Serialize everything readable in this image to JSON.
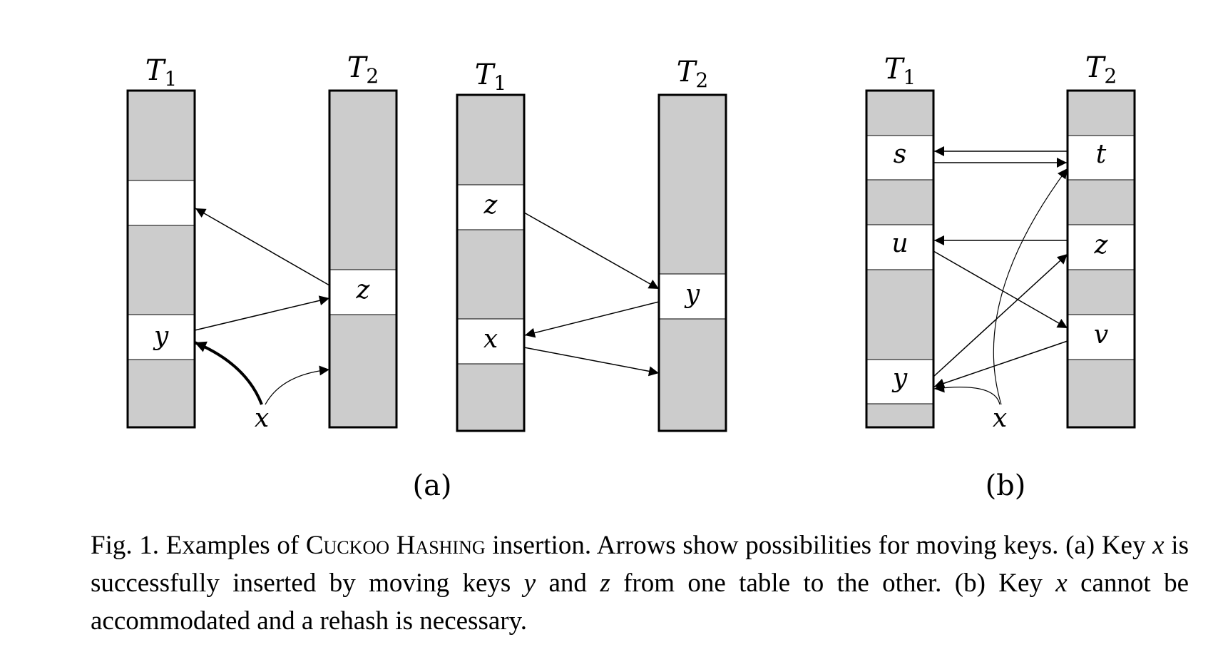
{
  "tables": {
    "a1": {
      "t1_label": "T",
      "t1_sub": "1",
      "t2_label": "T",
      "t2_sub": "2",
      "keys": {
        "y": "y",
        "z": "z",
        "x": "x"
      }
    },
    "a2": {
      "t1_label": "T",
      "t1_sub": "1",
      "t2_label": "T",
      "t2_sub": "2",
      "keys": {
        "z": "z",
        "x": "x",
        "y": "y"
      }
    },
    "b": {
      "t1_label": "T",
      "t1_sub": "1",
      "t2_label": "T",
      "t2_sub": "2",
      "keys": {
        "s": "s",
        "u": "u",
        "y": "y",
        "t": "t",
        "z": "z",
        "v": "v",
        "x": "x"
      }
    }
  },
  "subfig_labels": {
    "a": "(a)",
    "b": "(b)"
  },
  "caption": {
    "fig": "Fig. 1.",
    "text1": " Examples of ",
    "algo": "Cuckoo Hashing",
    "text2": " insertion. Arrows show possibilities for moving keys. (a) Key ",
    "x1": "x",
    "text3": " is successfully inserted by moving keys ",
    "y": "y",
    "text4": " and ",
    "z": "z",
    "text5": " from one table to the other. (b) Key ",
    "x2": "x",
    "text6": " cannot be accommodated and a rehash is necessary."
  },
  "colors": {
    "filled": "#cccccc",
    "empty": "#ffffff",
    "stroke": "#000000"
  }
}
